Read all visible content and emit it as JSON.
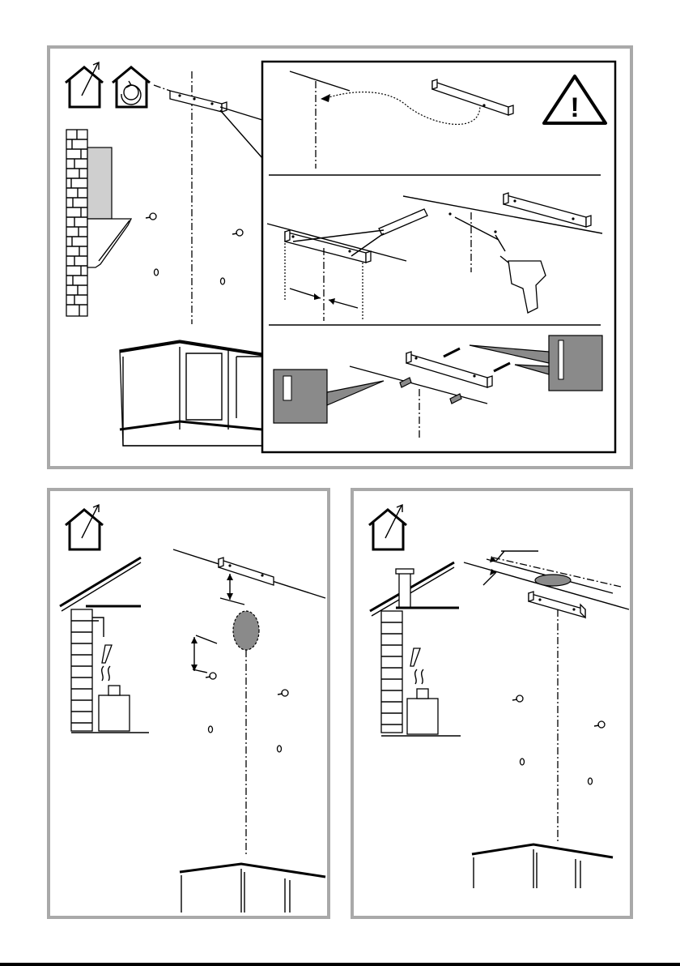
{
  "figure": {
    "panels": [
      {
        "id": "top",
        "icons": [
          "duct-extraction-icon",
          "recirculation-icon"
        ]
      },
      {
        "id": "bottom-left",
        "icons": [
          "duct-extraction-icon"
        ]
      },
      {
        "id": "bottom-right",
        "icons": [
          "duct-extraction-icon"
        ]
      }
    ],
    "warning_symbol": "!",
    "colors": {
      "frame": "#a9a9a9",
      "fill_grey": "#8a8a8a",
      "ink": "#000000"
    }
  }
}
